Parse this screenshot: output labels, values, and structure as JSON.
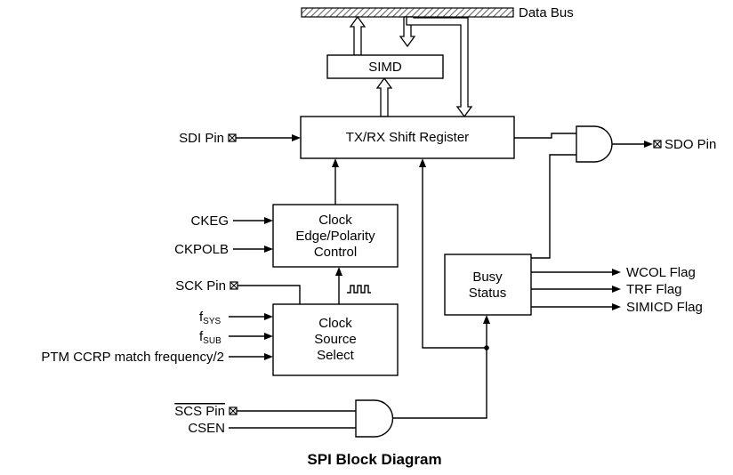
{
  "diagram": {
    "title": "SPI Block Diagram",
    "data_bus_label": "Data Bus",
    "blocks": {
      "simd": "SIMD",
      "shift_register": "TX/RX Shift Register",
      "clock_edge": [
        "Clock",
        "Edge/Polarity",
        "Control"
      ],
      "clock_source": [
        "Clock",
        "Source",
        "Select"
      ],
      "busy_status": [
        "Busy",
        "Status"
      ]
    },
    "inputs": {
      "sdi_pin": "SDI Pin",
      "ckeg": "CKEG",
      "ckpolb": "CKPOLB",
      "sck_pin": "SCK Pin",
      "fsys_main": "f",
      "fsys_sub": "SYS",
      "fsub_main": "f",
      "fsub_sub": "SUB",
      "ptm": "PTM CCRP match frequency/2",
      "scs_pin": "SCS Pin",
      "csen": "CSEN"
    },
    "outputs": {
      "sdo_pin": "SDO Pin",
      "wcol_flag": "WCOL Flag",
      "trf_flag": "TRF Flag",
      "simicd_flag": "SIMICD Flag"
    }
  }
}
